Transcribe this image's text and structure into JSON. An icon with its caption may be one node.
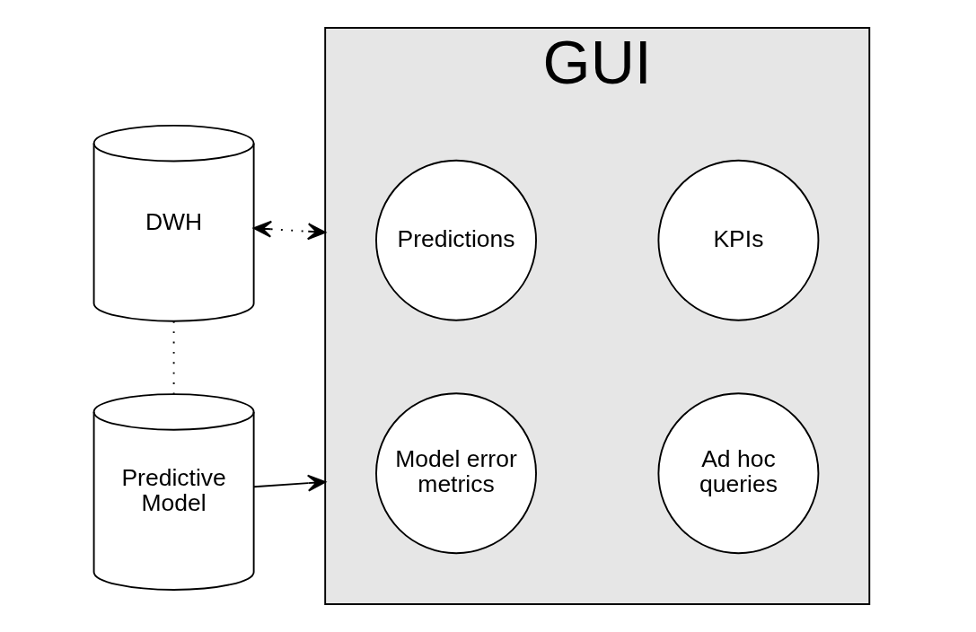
{
  "diagram": {
    "nodes": [
      {
        "text": [
          "DWH"
        ]
      },
      {
        "text": [
          "Predictive Model"
        ]
      },
      {
        "text": [
          "GUI"
        ]
      },
      {
        "text": [
          "Predictions"
        ],
        "in": 2
      },
      {
        "text": [
          "KPIs"
        ],
        "in": 2
      },
      {
        "text": [
          "Model error metrics"
        ],
        "in": 2
      },
      {
        "text": [
          "Ad hoc queries"
        ],
        "in": 2
      }
    ],
    "edges": [
      {
        "from": 0,
        "to": 2,
        "arrow": "both",
        "style": "dashed"
      },
      {
        "from": 0,
        "to": 1,
        "arrow": "none",
        "style": "dashed"
      },
      {
        "from": 1,
        "to": 2,
        "arrow": "to"
      }
    ]
  }
}
